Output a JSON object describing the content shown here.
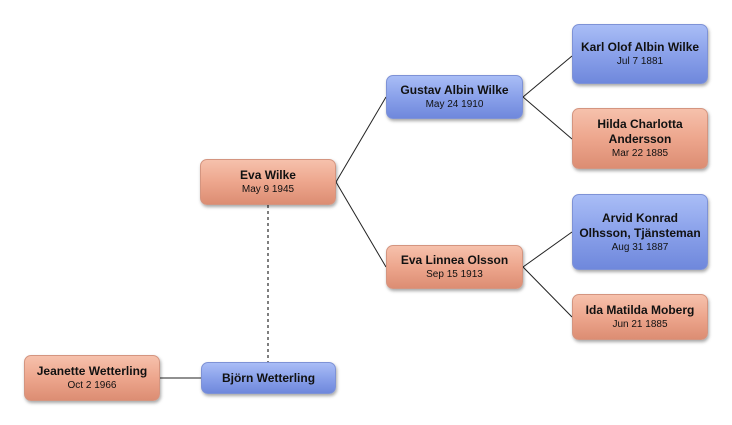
{
  "people": {
    "karl": {
      "name": "Karl Olof Albin Wilke",
      "date": "Jul 7 1881",
      "gender": "male"
    },
    "hilda": {
      "name": "Hilda Charlotta Andersson",
      "date": "Mar 22 1885",
      "gender": "female"
    },
    "gustav": {
      "name": "Gustav Albin Wilke",
      "date": "May 24 1910",
      "gender": "male"
    },
    "eva": {
      "name": "Eva Wilke",
      "date": "May 9 1945",
      "gender": "female"
    },
    "arvid": {
      "name": "Arvid Konrad Olhsson, Tjänsteman",
      "date": "Aug 31 1887",
      "gender": "male"
    },
    "evalinnea": {
      "name": "Eva Linnea Olsson",
      "date": "Sep 15 1913",
      "gender": "female"
    },
    "ida": {
      "name": "Ida Matilda Moberg",
      "date": "Jun 21 1885",
      "gender": "female"
    },
    "jeanette": {
      "name": "Jeanette Wetterling",
      "date": "Oct 2 1966",
      "gender": "female"
    },
    "bjorn": {
      "name": "Björn Wetterling",
      "date": "",
      "gender": "male"
    }
  },
  "colors": {
    "male": "#8aa1ea",
    "female": "#eda68d",
    "line": "#222222"
  }
}
